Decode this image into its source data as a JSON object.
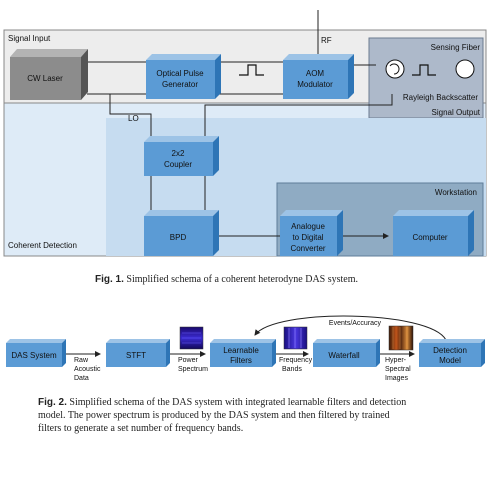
{
  "fig1": {
    "regions": {
      "signal_input": "Signal Input",
      "rf": "RF",
      "sensing_fiber": "Sensing Fiber",
      "rayleigh": "Rayleigh Backscatter",
      "signal_output": "Signal Output",
      "lo": "LO",
      "workstation": "Workstation",
      "coherent_detection": "Coherent Detection"
    },
    "blocks": {
      "cw_laser": "CW Laser",
      "pulse_gen_1": "Optical Pulse",
      "pulse_gen_2": "Generator",
      "aom_1": "AOM",
      "aom_2": "Modulator",
      "coupler_1": "2x2",
      "coupler_2": "Coupler",
      "bpd": "BPD",
      "adc_1": "Analogue",
      "adc_2": "to Digital",
      "adc_3": "Converter",
      "computer": "Computer"
    },
    "caption_label": "Fig. 1.",
    "caption_text": "Simplified schema of a coherent heterodyne DAS system."
  },
  "fig2": {
    "events_label": "Events/Accuracy",
    "blocks": {
      "das_system": "DAS System",
      "stft": "STFT",
      "learnable_1": "Learnable",
      "learnable_2": "Filters",
      "waterfall": "Waterfall",
      "detection_1": "Detection",
      "detection_2": "Model"
    },
    "edge_labels": {
      "raw_1": "Raw",
      "raw_2": "Acoustic",
      "raw_3": "Data",
      "power_1": "Power",
      "power_2": "Spectrum",
      "freq_1": "Frequency",
      "freq_2": "Bands",
      "hyper_1": "Hyper-",
      "hyper_2": "Spectral",
      "hyper_3": "Images"
    },
    "caption_label": "Fig. 2.",
    "caption_line1": "Simplified schema of the DAS system with integrated learnable filters and detection",
    "caption_line2": "model. The power spectrum is produced by the DAS system and then filtered by trained",
    "caption_line3": "filters to generate a set number of frequency bands."
  },
  "colors": {
    "block_front": "#5b9bd5",
    "block_top": "#9dc3e6",
    "block_side": "#2e75b6",
    "laser_front": "#8c8c8c",
    "laser_top": "#b3b3b3",
    "laser_side": "#555555",
    "input_bg": "#ededed",
    "sensing_bg": "#adb9ca",
    "detection_bg": "#deebf7",
    "workstation_bg": "#8fabc3"
  }
}
